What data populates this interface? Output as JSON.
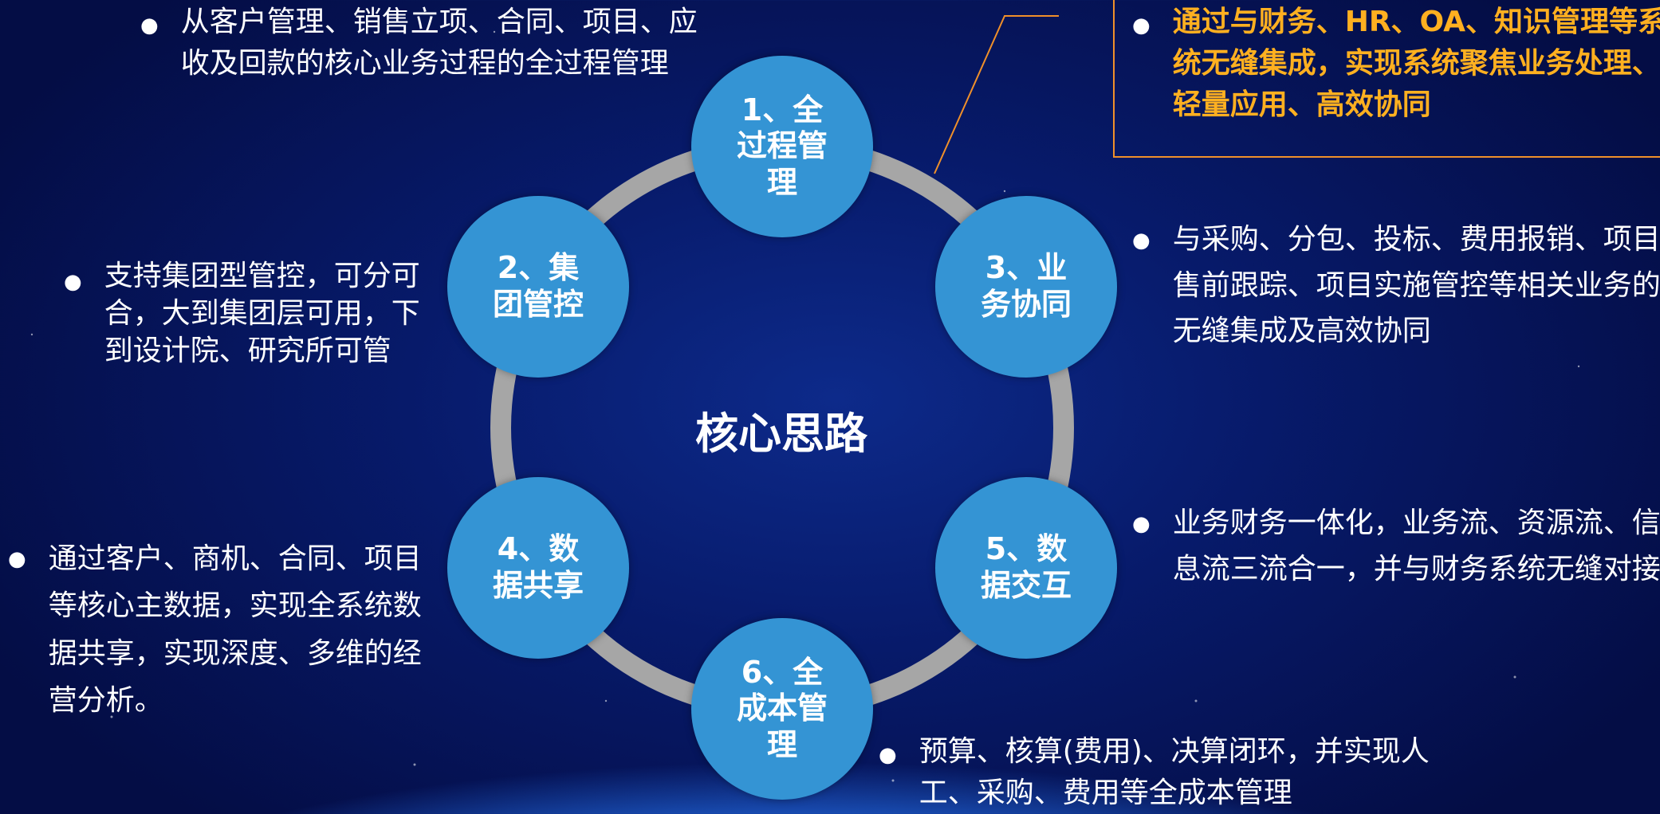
{
  "diagram": {
    "center_label": "核心思路",
    "nodes": [
      {
        "label": "1、全过程管理"
      },
      {
        "label": "2、集团管控"
      },
      {
        "label": "3、业务协同"
      },
      {
        "label": "4、数据共享"
      },
      {
        "label": "5、数据交互"
      },
      {
        "label": "6、全成本管理"
      }
    ]
  },
  "descriptions": {
    "full_process": "从客户管理、销售立项、合同、项目、应收及回款的核心业务过程的全过程管理",
    "group_control": "支持集团型管控，可分可合，大到集团层可用，下到设计院、研究所可管",
    "integration_highlight": "通过与财务、HR、OA、知识管理等系统无缝集成，实现系统聚焦业务处理、轻量应用、高效协同",
    "business_collab": "与采购、分包、投标、费用报销、项目售前跟踪、项目实施管控等相关业务的无缝集成及高效协同",
    "data_sharing": "通过客户、商机、合同、项目等核心主数据，实现全系统数据共享，实现深度、多维的经营分析。",
    "data_interaction": "业务财务一体化，业务流、资源流、信息流三流合一，并与财务系统无缝对接",
    "full_cost": "预算、核算(费用)、决算闭环，并实现人工、采购、费用等全成本管理"
  },
  "colors": {
    "node_fill": "#3494d4",
    "ring": "#a6a6a6",
    "highlight_text": "#ffb020",
    "highlight_border": "#f0902a"
  }
}
